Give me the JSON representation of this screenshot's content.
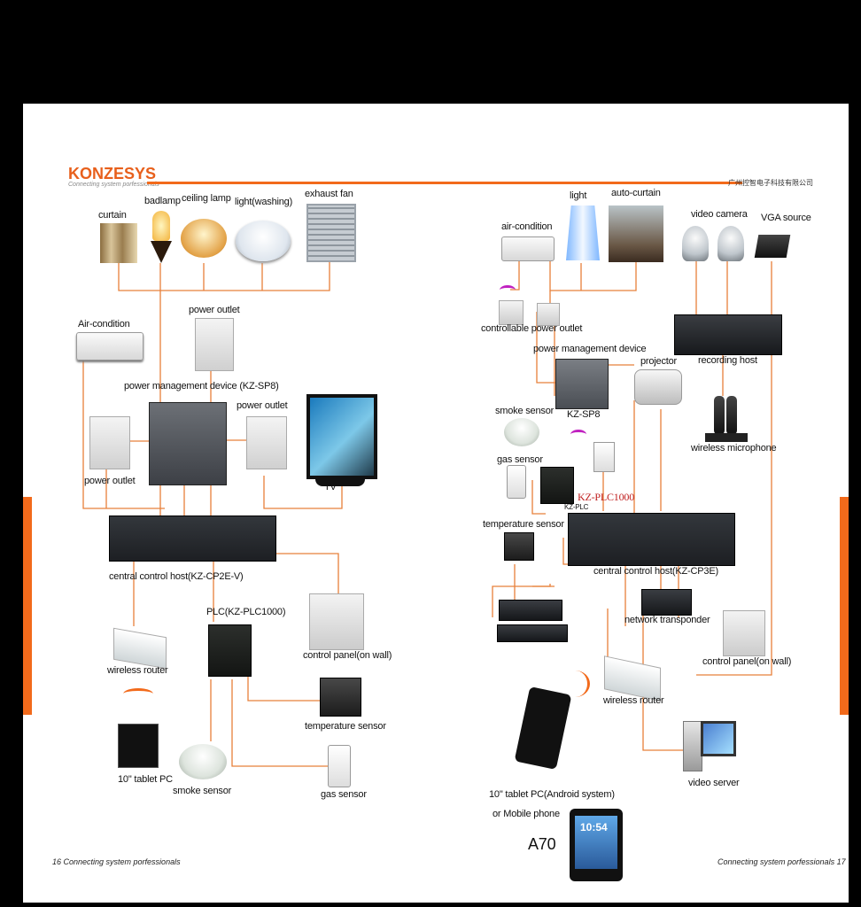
{
  "header": {
    "logo_text": "KONZESYS",
    "tagline": "Connecting system porfessionals",
    "company": "广州控智电子科技有限公司"
  },
  "footer": {
    "left": "16 Connecting system porfessionals",
    "right": "Connecting system porfessionals 17"
  },
  "left": {
    "curtain": "curtain",
    "badlamp": "badlamp",
    "ceiling_lamp": "ceiling lamp",
    "light_washing": "light(washing)",
    "exhaust_fan": "exhaust fan",
    "air_condition": "Air-condition",
    "power_outlet_top": "power outlet",
    "pmd": "power management device",
    "pmd_model": "(KZ-SP8)",
    "power_outlet_right": "power outlet",
    "power_outlet_left": "power outlet",
    "tv": "TV",
    "host": "central control host(KZ-CP2E-V)",
    "plc": "PLC(KZ-PLC1000)",
    "control_panel": "control panel(on wall)",
    "wireless_router": "wireless router",
    "temp_sensor": "temperature sensor",
    "tablet": "10\" tablet PC",
    "smoke": "smoke sensor",
    "gas": "gas sensor"
  },
  "right": {
    "light": "light",
    "auto_curtain": "auto-curtain",
    "video_camera": "video camera",
    "vga_source": "VGA source",
    "air_condition": "air-condition",
    "controllable_outlet": "controllable power outlet",
    "pmd": "power management device",
    "projector": "projector",
    "recording_host": "recording host",
    "kz_sp8": "KZ-SP8",
    "smoke": "smoke sensor",
    "gas": "gas sensor",
    "plc": "KZ-PLC1000",
    "plc_small": "KZ-PLC",
    "wireless_mic": "wireless microphone",
    "temp_sensor": "temperature sensor",
    "host": "central control host(KZ-CP3E)",
    "network_transponder": "network transponder",
    "control_panel": "control panel(on wall)",
    "wireless_router": "wireless router",
    "tablet": "10\"  tablet PC(Android system)",
    "mobile": "or   Mobile phone",
    "video_server": "video server",
    "a70": "A70",
    "clock": "10:54"
  },
  "colors": {
    "accent": "#f26a1b",
    "wire": "#e8803a",
    "background": "#ffffff"
  }
}
